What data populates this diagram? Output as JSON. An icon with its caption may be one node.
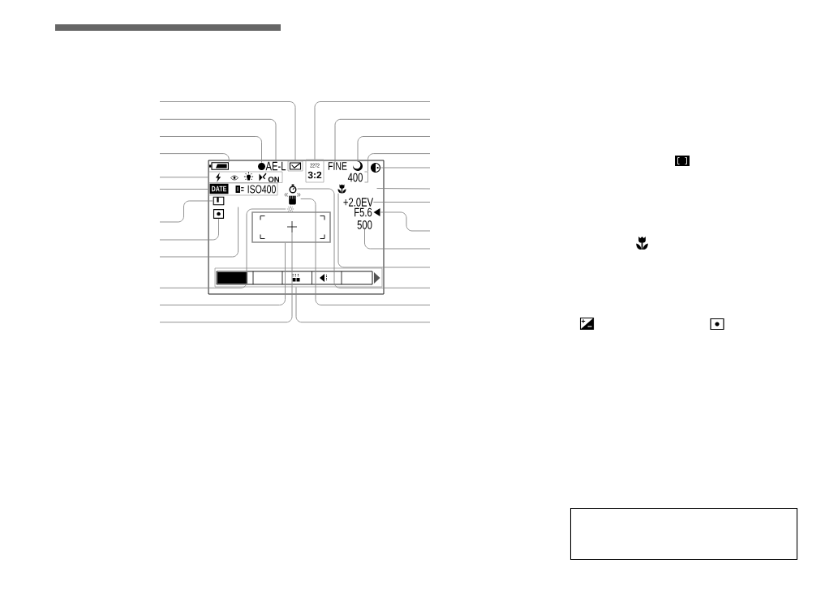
{
  "diagram": {
    "nodes": [
      {
        "text": [],
        "shape": "box"
      },
      {
        "text": [],
        "shape": "picture",
        "in": 0
      },
      {
        "text": [],
        "shape": "circle",
        "in": 0
      },
      {
        "text": [
          "AE-L"
        ],
        "in": 0
      },
      {
        "text": [],
        "shape": "picture",
        "in": 0
      },
      {
        "text": [
          "2272",
          "3:2"
        ],
        "in": 0
      },
      {
        "text": [
          "FINE"
        ],
        "in": 0
      },
      {
        "text": [],
        "shape": "picture",
        "in": 0
      },
      {
        "text": [],
        "shape": "picture",
        "in": 0
      },
      {
        "text": [],
        "shape": "box",
        "in": 0
      },
      {
        "text": [],
        "shape": "picture",
        "in": 9
      },
      {
        "text": [],
        "shape": "picture",
        "in": 9
      },
      {
        "text": [],
        "shape": "picture",
        "in": 9
      },
      {
        "text": [
          "ON"
        ],
        "in": 9
      },
      {
        "text": [
          "400"
        ],
        "in": 0
      },
      {
        "text": [],
        "shape": "box",
        "in": 0
      },
      {
        "text": [
          "DATE"
        ],
        "in": 15
      },
      {
        "text": [],
        "shape": "picture",
        "in": 15
      },
      {
        "text": [
          "ISO400"
        ],
        "in": 15
      },
      {
        "text": [],
        "shape": "picture",
        "in": 0
      },
      {
        "text": [],
        "shape": "picture",
        "in": 0
      },
      {
        "text": [],
        "shape": "picture",
        "in": 0
      },
      {
        "text": [],
        "shape": "picture",
        "in": 0
      },
      {
        "text": [
          "+2.0EV"
        ],
        "in": 0
      },
      {
        "text": [],
        "shape": "picture",
        "in": 0
      },
      {
        "text": [],
        "shape": "picture",
        "in": 0
      },
      {
        "text": [
          "F5.6"
        ],
        "in": 0
      },
      {
        "text": [],
        "shape": "triangle",
        "in": 0
      },
      {
        "text": [
          "500"
        ],
        "in": 0
      },
      {
        "text": [],
        "shape": "box",
        "in": 0
      },
      {
        "text": [],
        "shape": "picture",
        "in": 29
      },
      {
        "text": [],
        "shape": "bar",
        "in": 0
      },
      {
        "text": [],
        "shape": "box"
      }
    ],
    "edges": [
      {
        "from": null,
        "to": 4,
        "arrow": "none"
      },
      {
        "from": null,
        "to": 3,
        "arrow": "none"
      },
      {
        "from": null,
        "to": 2,
        "arrow": "none"
      },
      {
        "from": null,
        "to": 1,
        "arrow": "none"
      },
      {
        "from": null,
        "to": 9,
        "arrow": "none"
      },
      {
        "from": null,
        "to": 15,
        "arrow": "none"
      },
      {
        "from": null,
        "to": 21,
        "arrow": "none"
      },
      {
        "from": null,
        "to": 24,
        "arrow": "none"
      },
      {
        "from": null,
        "to": 0,
        "arrow": "none"
      },
      {
        "from": null,
        "to": 25,
        "arrow": "none"
      },
      {
        "from": null,
        "to": 29,
        "arrow": "none"
      },
      {
        "from": null,
        "to": 30,
        "arrow": "none"
      },
      {
        "from": null,
        "to": 5,
        "arrow": "none"
      },
      {
        "from": null,
        "to": 6,
        "arrow": "none"
      },
      {
        "from": null,
        "to": 7,
        "arrow": "none"
      },
      {
        "from": null,
        "to": 14,
        "arrow": "none"
      },
      {
        "from": null,
        "to": 8,
        "arrow": "none"
      },
      {
        "from": null,
        "to": 0,
        "arrow": "none"
      },
      {
        "from": null,
        "to": 23,
        "arrow": "none"
      },
      {
        "from": null,
        "to": 27,
        "arrow": "none"
      },
      {
        "from": null,
        "to": 28,
        "arrow": "none"
      },
      {
        "from": null,
        "to": 20,
        "arrow": "none"
      },
      {
        "from": null,
        "to": 19,
        "arrow": "none"
      },
      {
        "from": null,
        "to": 22,
        "arrow": "none"
      },
      {
        "from": null,
        "to": 31,
        "arrow": "none"
      }
    ]
  }
}
